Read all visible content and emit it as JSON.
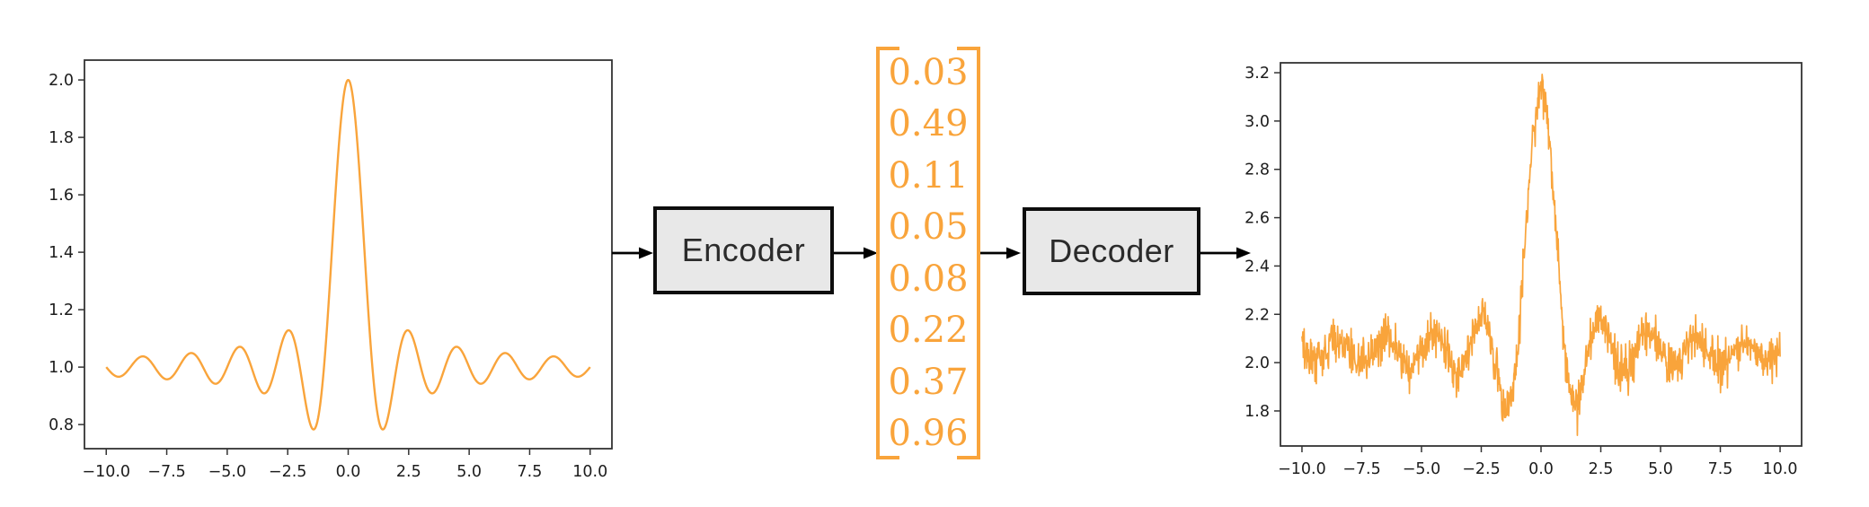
{
  "diagram": {
    "encoder_label": "Encoder",
    "decoder_label": "Decoder",
    "latent_vector": {
      "values": [
        "0.03",
        "0.49",
        "0.11",
        "0.05",
        "0.08",
        "0.22",
        "0.37",
        "0.96"
      ],
      "color": "#F9A43B"
    },
    "flow": [
      "input-signal-plot",
      "encoder",
      "latent-vector",
      "decoder",
      "output-signal-plot"
    ],
    "arrow_color": "#000000",
    "box_fill": "#e8e8e8",
    "box_border": "#0d0d0d",
    "accent_orange": "#F9A43B",
    "spine_color": "#333333",
    "tick_text_color": "#1c1c1c"
  },
  "chart_data": [
    {
      "id": "input-plot",
      "type": "line",
      "title": "",
      "xlabel": "",
      "ylabel": "",
      "grid": false,
      "legend": false,
      "xlim": [
        -10.9,
        10.9
      ],
      "ylim": [
        0.716,
        2.069
      ],
      "x_tick_values": [
        -10,
        -7.5,
        -5,
        -2.5,
        0,
        2.5,
        5,
        7.5,
        10
      ],
      "x_tick_labels": [
        "−10.0",
        "−7.5",
        "−5.0",
        "−2.5",
        "0.0",
        "2.5",
        "5.0",
        "7.5",
        "10.0"
      ],
      "y_tick_values": [
        0.8,
        1.0,
        1.2,
        1.4,
        1.6,
        1.8,
        2.0
      ],
      "y_tick_labels": [
        "0.8",
        "1.0",
        "1.2",
        "1.4",
        "1.6",
        "1.8",
        "2.0"
      ],
      "line_color": "#F9A43B",
      "series": [
        {
          "name": "clean sinc signal",
          "function": "y = offset + amplitude * sinc(x), sinc(x) = sin(pi*x)/(pi*x)",
          "offset": 1.0,
          "amplitude": 1.0,
          "noise_std": 0,
          "x_min": -10,
          "x_max": 10,
          "n_points": 700
        }
      ],
      "key_points": [
        [
          -10,
          1.0
        ],
        [
          -9.5,
          0.967
        ],
        [
          -8.5,
          1.037
        ],
        [
          -7.5,
          0.958
        ],
        [
          -6.5,
          1.049
        ],
        [
          -5.5,
          0.942
        ],
        [
          -4.5,
          1.07
        ],
        [
          -3.5,
          0.909
        ],
        [
          -2.46,
          1.128
        ],
        [
          -1.43,
          0.783
        ],
        [
          0,
          2.0
        ],
        [
          1.43,
          0.783
        ],
        [
          2.46,
          1.128
        ],
        [
          3.5,
          0.909
        ],
        [
          4.5,
          1.07
        ],
        [
          5.5,
          0.942
        ],
        [
          6.5,
          1.049
        ],
        [
          7.5,
          0.958
        ],
        [
          8.5,
          1.037
        ],
        [
          9.5,
          0.967
        ],
        [
          10,
          1.0
        ]
      ]
    },
    {
      "id": "output-plot",
      "type": "line",
      "title": "",
      "xlabel": "",
      "ylabel": "",
      "grid": false,
      "legend": false,
      "xlim": [
        -10.9,
        10.9
      ],
      "ylim": [
        1.655,
        3.241
      ],
      "x_tick_values": [
        -10,
        -7.5,
        -5,
        -2.5,
        0,
        2.5,
        5,
        7.5,
        10
      ],
      "x_tick_labels": [
        "−10.0",
        "−7.5",
        "−5.0",
        "−2.5",
        "0.0",
        "2.5",
        "5.0",
        "7.5",
        "10.0"
      ],
      "y_tick_values": [
        1.8,
        2.0,
        2.2,
        2.4,
        2.6,
        2.8,
        3.0,
        3.2
      ],
      "y_tick_labels": [
        "1.8",
        "2.0",
        "2.2",
        "2.4",
        "2.6",
        "2.8",
        "3.0",
        "3.2"
      ],
      "line_color": "#F9A43B",
      "series": [
        {
          "name": "reconstructed noisy sinc signal",
          "function": "y = offset + amplitude * sinc(x) + gaussian_noise",
          "offset": 2.05,
          "amplitude": 1.08,
          "noise_std": 0.042,
          "x_min": -10,
          "x_max": 10,
          "n_points": 1100
        }
      ],
      "key_points": [
        [
          -10,
          2.05
        ],
        [
          -2.46,
          2.27
        ],
        [
          -1.43,
          1.78
        ],
        [
          0,
          3.16
        ],
        [
          1.43,
          1.78
        ],
        [
          2.46,
          2.27
        ],
        [
          10,
          2.05
        ]
      ]
    }
  ]
}
